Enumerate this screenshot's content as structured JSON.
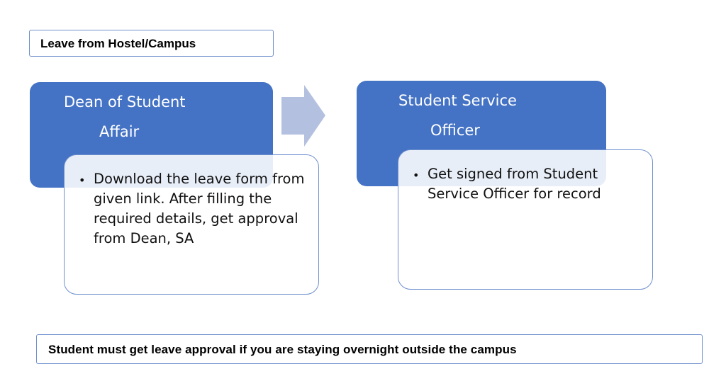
{
  "title": "Leave from Hostel/Campus",
  "steps": [
    {
      "heading_line1": "Dean of Student",
      "heading_line2": "Affair",
      "bullet": "•",
      "detail": "Download the leave form from given link. After filling the required details, get approval from Dean, SA"
    },
    {
      "heading_line1": "Student Service",
      "heading_line2": "Officer",
      "bullet": "•",
      "detail": "Get signed from Student Service Officer for record"
    }
  ],
  "connector": {
    "icon": "right-arrow-icon"
  },
  "footer_note": "Student must get leave approval if you are staying overnight outside the campus",
  "colors": {
    "step_fill": "#4472c4",
    "arrow_fill": "#b4c0df",
    "border": "#6f8fce"
  }
}
